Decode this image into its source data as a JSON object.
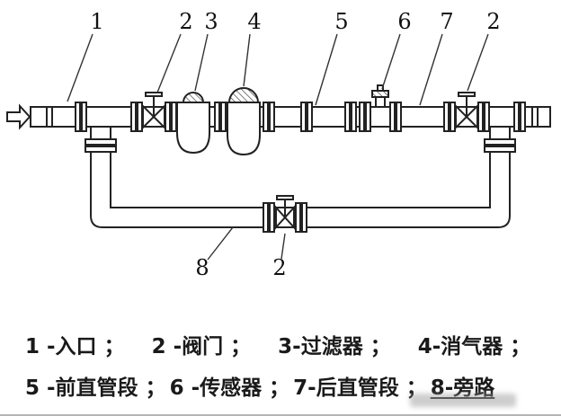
{
  "diagram": {
    "callouts_top": [
      {
        "label": "1"
      },
      {
        "label": "2"
      },
      {
        "label": "3"
      },
      {
        "label": "4"
      },
      {
        "label": "5"
      },
      {
        "label": "6"
      },
      {
        "label": "7"
      },
      {
        "label": "2"
      }
    ],
    "callouts_bottom": [
      {
        "label": "8"
      },
      {
        "label": "2"
      }
    ]
  },
  "legend": {
    "rows": [
      {
        "items": [
          {
            "text": "1 -入口 ；"
          },
          {
            "text": "2 -阀门 ；"
          },
          {
            "text": "3-过滤器 ；"
          },
          {
            "text": "4-消气器 ；"
          }
        ]
      },
      {
        "items": [
          {
            "text": "5 -前直管段 ；"
          },
          {
            "text": "6 -传感器 ；"
          },
          {
            "text": "7-后直管段 ；"
          },
          {
            "text": "8-旁路"
          }
        ]
      }
    ]
  },
  "colors": {
    "line": "#222222",
    "background": "#ffffff"
  }
}
